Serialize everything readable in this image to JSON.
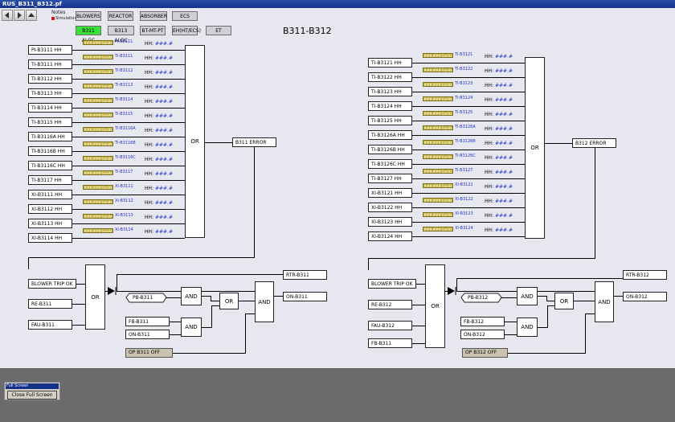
{
  "window_title": "RUS_B311_B312.pf",
  "notes_label": "Notes",
  "simulation_label": "Simulation",
  "page_title": "B311-B312",
  "top_buttons": [
    "BLOWERS",
    "REACTOR",
    "ABSORBER",
    "ECS"
  ],
  "sub_buttons": [
    "B311 ALGC",
    "B313 ALGC",
    "BT-MT-PT",
    "EH(HT/ECS)",
    "ET"
  ],
  "badge_text": "###.### Eunits",
  "hh_prefix": "HH:",
  "hh_value": "###.#",
  "left": {
    "rows": [
      {
        "label": "PI-B3111 HH",
        "tag": "PI-B3111"
      },
      {
        "label": "TI-B3111 HH",
        "tag": "TI-B3111"
      },
      {
        "label": "TI-B3112 HH",
        "tag": "TI-B3112"
      },
      {
        "label": "TI-B3113 HH",
        "tag": "TI-B3113"
      },
      {
        "label": "TI-B3114 HH",
        "tag": "TI-B3114"
      },
      {
        "label": "TI-B3115 HH",
        "tag": "TI-B3115"
      },
      {
        "label": "TI-B3116A HH",
        "tag": "TI-B3116A"
      },
      {
        "label": "TI-B3116B HH",
        "tag": "TI-B3116B"
      },
      {
        "label": "TI-B3116C HH",
        "tag": "TI-B3116C"
      },
      {
        "label": "TI-B3117 HH",
        "tag": "TI-B3117"
      },
      {
        "label": "XI-B3111 HH",
        "tag": "XI-B3111"
      },
      {
        "label": "XI-B3112 HH",
        "tag": "XI-B3112"
      },
      {
        "label": "XI-B3113 HH",
        "tag": "XI-B3113"
      },
      {
        "label": "XI-B3114 HH",
        "tag": "XI-B3114"
      }
    ],
    "or_label": "OR",
    "error_label": "B311 ERROR",
    "blower_trip": "BLOWER TRIP OK",
    "re": "RE-B311",
    "fau": "FAU-B311",
    "pb": "PB-B311",
    "fb": "FB-B311",
    "on_in": "ON-B311",
    "rtr": "RTR-B311",
    "on_out": "ON-B311",
    "op_off": "OP B311 OFF",
    "and_label": "AND"
  },
  "right": {
    "rows": [
      {
        "label": "TI-B3121 HH",
        "tag": "TI-B3121"
      },
      {
        "label": "TI-B3122 HH",
        "tag": "TI-B3122"
      },
      {
        "label": "TI-B3123 HH",
        "tag": "TI-B3123"
      },
      {
        "label": "TI-B3124 HH",
        "tag": "TI-B3124"
      },
      {
        "label": "TI-B3125 HH",
        "tag": "TI-B3125"
      },
      {
        "label": "TI-B3126A HH",
        "tag": "TI-B3126A"
      },
      {
        "label": "TI-B3126B HH",
        "tag": "TI-B3126B"
      },
      {
        "label": "TI-B3126C HH",
        "tag": "TI-B3126C"
      },
      {
        "label": "TI-B3127 HH",
        "tag": "TI-B3127"
      },
      {
        "label": "XI-B3121 HH",
        "tag": "XI-B3121"
      },
      {
        "label": "XI-B3122 HH",
        "tag": "XI-B3122"
      },
      {
        "label": "XI-B3123 HH",
        "tag": "XI-B3123"
      },
      {
        "label": "XI-B3124 HH",
        "tag": "XI-B3124"
      }
    ],
    "or_label": "OR",
    "error_label": "B312 ERROR",
    "blower_trip": "BLOWER TRIP OK",
    "re": "RE-B312",
    "fau": "FAU-B312",
    "fb_side": "FB-B311",
    "pb": "PB-B312",
    "fb": "FB-B312",
    "on_in": "ON-B312",
    "rtr": "RTR-B312",
    "on_out": "ON-B312",
    "op_off": "OP B312 OFF",
    "and_label": "AND"
  },
  "fullscreen": {
    "title": "Full Screen",
    "button": "Close Full Screen"
  }
}
